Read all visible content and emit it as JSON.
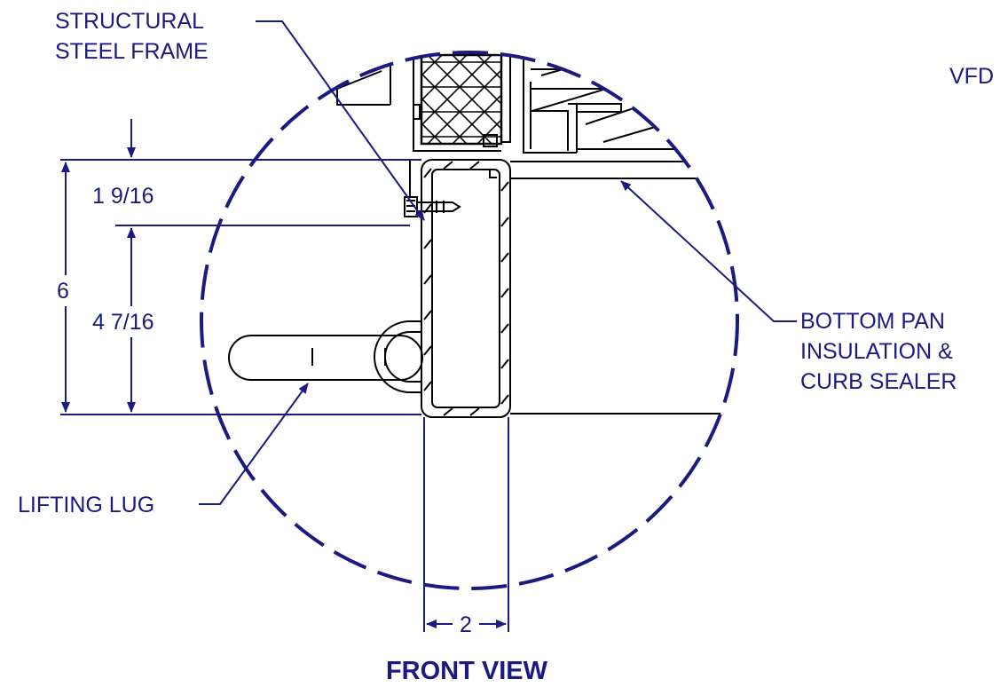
{
  "labels": {
    "structural_frame": [
      "STRUCTURAL",
      "STEEL FRAME"
    ],
    "vfd": "VFD",
    "bottom_pan": [
      "BOTTOM PAN",
      "INSULATION &",
      "CURB SEALER"
    ],
    "lifting_lug": "LIFTING LUG"
  },
  "dimensions": {
    "top_offset": "1 9/16",
    "lower_height": "4 7/16",
    "total_height": "6",
    "width": "2"
  },
  "view_title": "FRONT VIEW",
  "colors": {
    "annotation": "#1a1a80",
    "geometry": "#000000",
    "background": "#ffffff"
  }
}
